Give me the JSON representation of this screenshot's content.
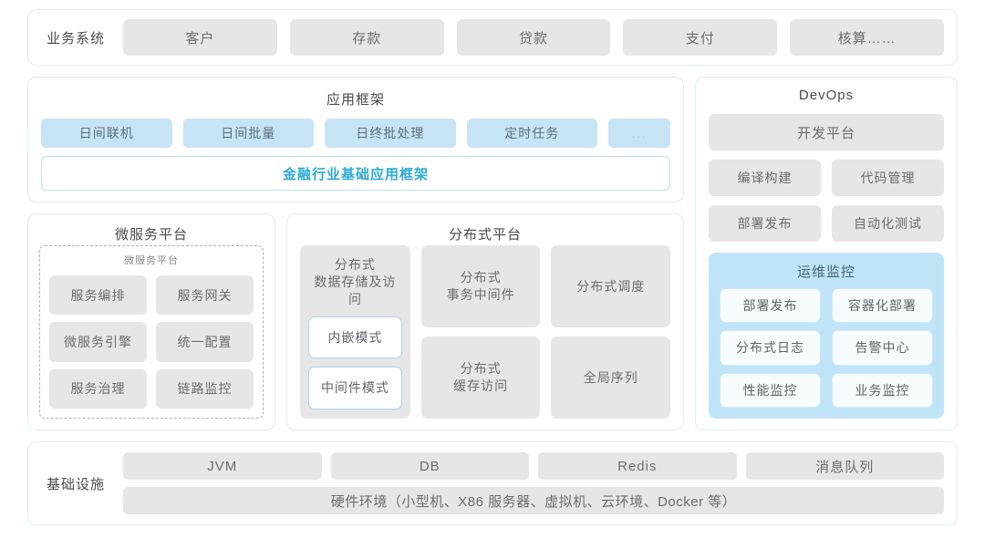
{
  "colors": {
    "panel_border": "#dcedf2",
    "gray_card": "#e6e6e6",
    "gray_text": "#6c6c6c",
    "blue_tag": "#c7e4f6",
    "accent_cyan": "#2ba9d4",
    "monitor_bg": "#bfe4f7",
    "page_bg": "#ffffff"
  },
  "business": {
    "label": "业务系统",
    "items": [
      {
        "label": "客户"
      },
      {
        "label": "存款"
      },
      {
        "label": "贷款"
      },
      {
        "label": "支付"
      },
      {
        "label": "核算……"
      }
    ]
  },
  "app_framework": {
    "title": "应用框架",
    "tags": [
      {
        "label": "日间联机"
      },
      {
        "label": "日间批量"
      },
      {
        "label": "日终批处理"
      },
      {
        "label": "定时任务"
      },
      {
        "label": "..."
      }
    ],
    "framework_bar": "金融行业基础应用框架"
  },
  "microservice": {
    "title": "微服务平台",
    "inner_label": "微服务平台",
    "cells": [
      {
        "label": "服务编排"
      },
      {
        "label": "服务网关"
      },
      {
        "label": "微服务引擎"
      },
      {
        "label": "统一配置"
      },
      {
        "label": "服务治理"
      },
      {
        "label": "链路监控"
      }
    ]
  },
  "distributed": {
    "title": "分布式平台",
    "storage": {
      "title": "分布式\n数据存储及访问",
      "modes": [
        {
          "label": "内嵌模式"
        },
        {
          "label": "中间件模式"
        }
      ]
    },
    "cells": [
      {
        "label": "分布式\n事务中间件"
      },
      {
        "label": "分布式调度"
      },
      {
        "label": "分布式\n缓存访问"
      },
      {
        "label": "全局序列"
      }
    ]
  },
  "devops": {
    "title": "DevOps",
    "platform": "开发平台",
    "pairs": [
      {
        "left": "编译构建",
        "right": "代码管理"
      },
      {
        "left": "部署发布",
        "right": "自动化测试"
      }
    ],
    "monitor": {
      "title": "运维监控",
      "cells": [
        {
          "label": "部署发布"
        },
        {
          "label": "容器化部署"
        },
        {
          "label": "分布式日志"
        },
        {
          "label": "告警中心"
        },
        {
          "label": "性能监控"
        },
        {
          "label": "业务监控"
        }
      ]
    }
  },
  "infrastructure": {
    "label": "基础设施",
    "tags": [
      {
        "label": "JVM"
      },
      {
        "label": "DB"
      },
      {
        "label": "Redis"
      },
      {
        "label": "消息队列"
      }
    ],
    "hardware": "硬件环境（小型机、X86 服务器、虚拟机、云环境、Docker 等）"
  }
}
